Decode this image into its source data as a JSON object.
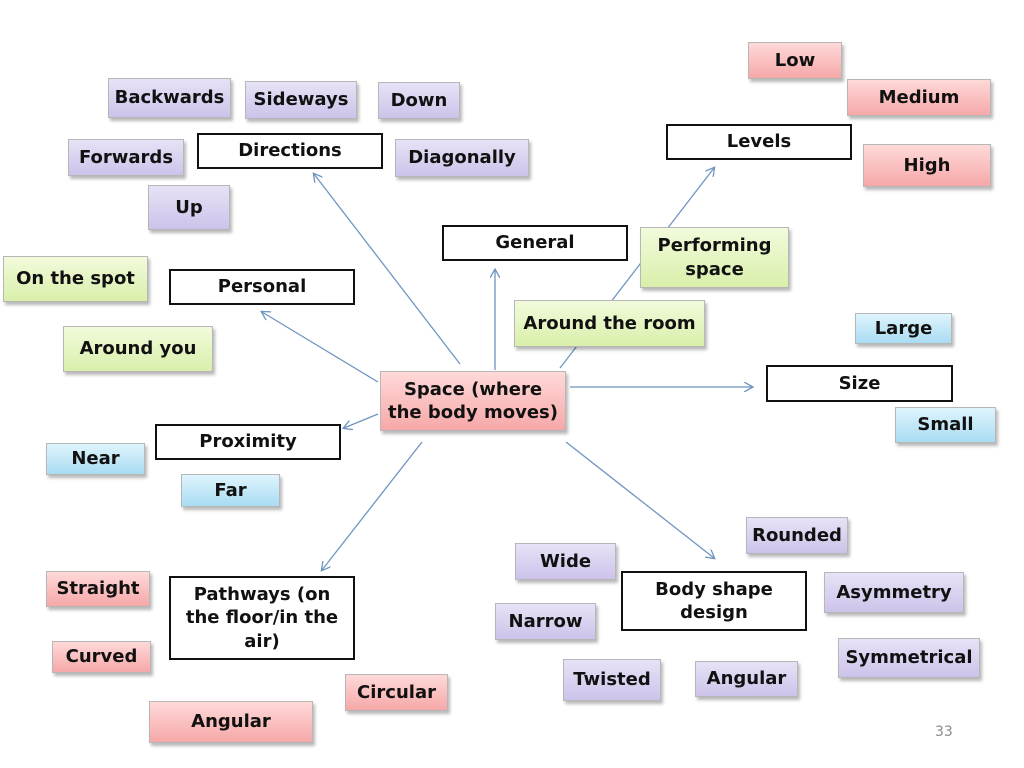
{
  "slide": {
    "page_number": "33"
  },
  "colors": {
    "connector": "#6f95bf",
    "purple": "#cdc3ea",
    "red": "#f6a8a8",
    "green": "#d9efaa",
    "blue": "#a9dcf2",
    "outline": "#111111"
  },
  "center": {
    "label": "Space (where the body moves)"
  },
  "categories": [
    {
      "id": "directions",
      "label": "Directions"
    },
    {
      "id": "levels",
      "label": "Levels"
    },
    {
      "id": "general",
      "label": "General"
    },
    {
      "id": "personal",
      "label": "Personal"
    },
    {
      "id": "size",
      "label": "Size"
    },
    {
      "id": "proximity",
      "label": "Proximity"
    },
    {
      "id": "pathways",
      "label": "Pathways (on the floor/in the air)"
    },
    {
      "id": "body-shape",
      "label": "Body shape design"
    }
  ],
  "items": [
    {
      "id": "backwards",
      "label": "Backwards",
      "group": "directions"
    },
    {
      "id": "sideways",
      "label": "Sideways",
      "group": "directions"
    },
    {
      "id": "down",
      "label": "Down",
      "group": "directions"
    },
    {
      "id": "forwards",
      "label": "Forwards",
      "group": "directions"
    },
    {
      "id": "diagonally",
      "label": "Diagonally",
      "group": "directions"
    },
    {
      "id": "up",
      "label": "Up",
      "group": "directions"
    },
    {
      "id": "low",
      "label": "Low",
      "group": "levels"
    },
    {
      "id": "medium",
      "label": "Medium",
      "group": "levels"
    },
    {
      "id": "high",
      "label": "High",
      "group": "levels"
    },
    {
      "id": "performing-space",
      "label": "Performing space",
      "group": "general"
    },
    {
      "id": "around-the-room",
      "label": "Around the room",
      "group": "general"
    },
    {
      "id": "on-the-spot",
      "label": "On the spot",
      "group": "personal"
    },
    {
      "id": "around-you",
      "label": "Around you",
      "group": "personal"
    },
    {
      "id": "large",
      "label": "Large",
      "group": "size"
    },
    {
      "id": "small",
      "label": "Small",
      "group": "size"
    },
    {
      "id": "near",
      "label": "Near",
      "group": "proximity"
    },
    {
      "id": "far",
      "label": "Far",
      "group": "proximity"
    },
    {
      "id": "straight",
      "label": "Straight",
      "group": "pathways"
    },
    {
      "id": "curved",
      "label": "Curved",
      "group": "pathways"
    },
    {
      "id": "circular",
      "label": "Circular",
      "group": "pathways"
    },
    {
      "id": "angular-path",
      "label": "Angular",
      "group": "pathways"
    },
    {
      "id": "wide",
      "label": "Wide",
      "group": "body-shape"
    },
    {
      "id": "narrow",
      "label": "Narrow",
      "group": "body-shape"
    },
    {
      "id": "twisted",
      "label": "Twisted",
      "group": "body-shape"
    },
    {
      "id": "angular-shape",
      "label": "Angular",
      "group": "body-shape"
    },
    {
      "id": "rounded",
      "label": "Rounded",
      "group": "body-shape"
    },
    {
      "id": "asymmetry",
      "label": "Asymmetry",
      "group": "body-shape"
    },
    {
      "id": "symmetrical",
      "label": "Symmetrical",
      "group": "body-shape"
    }
  ]
}
